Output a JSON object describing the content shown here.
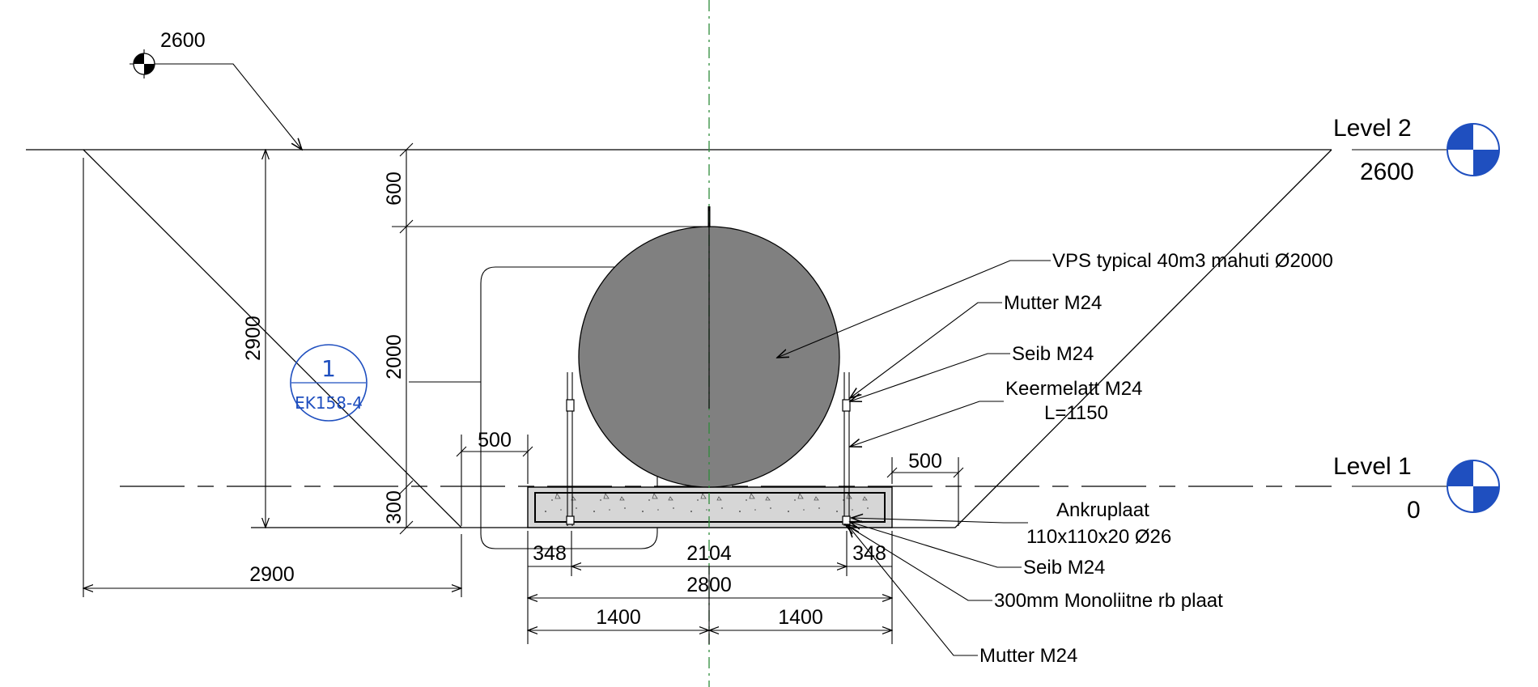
{
  "spot_elevation": "2600",
  "levels": [
    {
      "name": "Level 2",
      "elevation": "2600"
    },
    {
      "name": "Level 1",
      "elevation": "0"
    }
  ],
  "section_bubble": {
    "number": "1",
    "sheet": "EK158-4"
  },
  "dimensions": {
    "top_gap": "600",
    "tank_height": "2000",
    "slab_thickness": "300",
    "total_height": "2900",
    "left_offset": "500",
    "right_offset": "500",
    "left_width": "2900",
    "edge_left": "348",
    "bolt_span": "2104",
    "edge_right": "348",
    "slab_width": "2800",
    "half_left": "1400",
    "half_right": "1400"
  },
  "labels": {
    "tank": "VPS typical 40m3 mahuti Ø2000",
    "nut_top": "Mutter M24",
    "washer_top": "Seib M24",
    "rod_line1": "Keermelatt M24",
    "rod_line2": "L=1150",
    "plate_line1": "Ankruplaat",
    "plate_line2": "110x110x20 Ø26",
    "washer_bottom": "Seib M24",
    "slab": "300mm Monoliitne rb plaat",
    "nut_bottom": "Mutter M24"
  },
  "colors": {
    "tank_fill": "#808080",
    "slab_fill": "#d6d6d6",
    "level_marker_blue": "#1f4fbf",
    "centerline_green": "#2e8b3a"
  }
}
